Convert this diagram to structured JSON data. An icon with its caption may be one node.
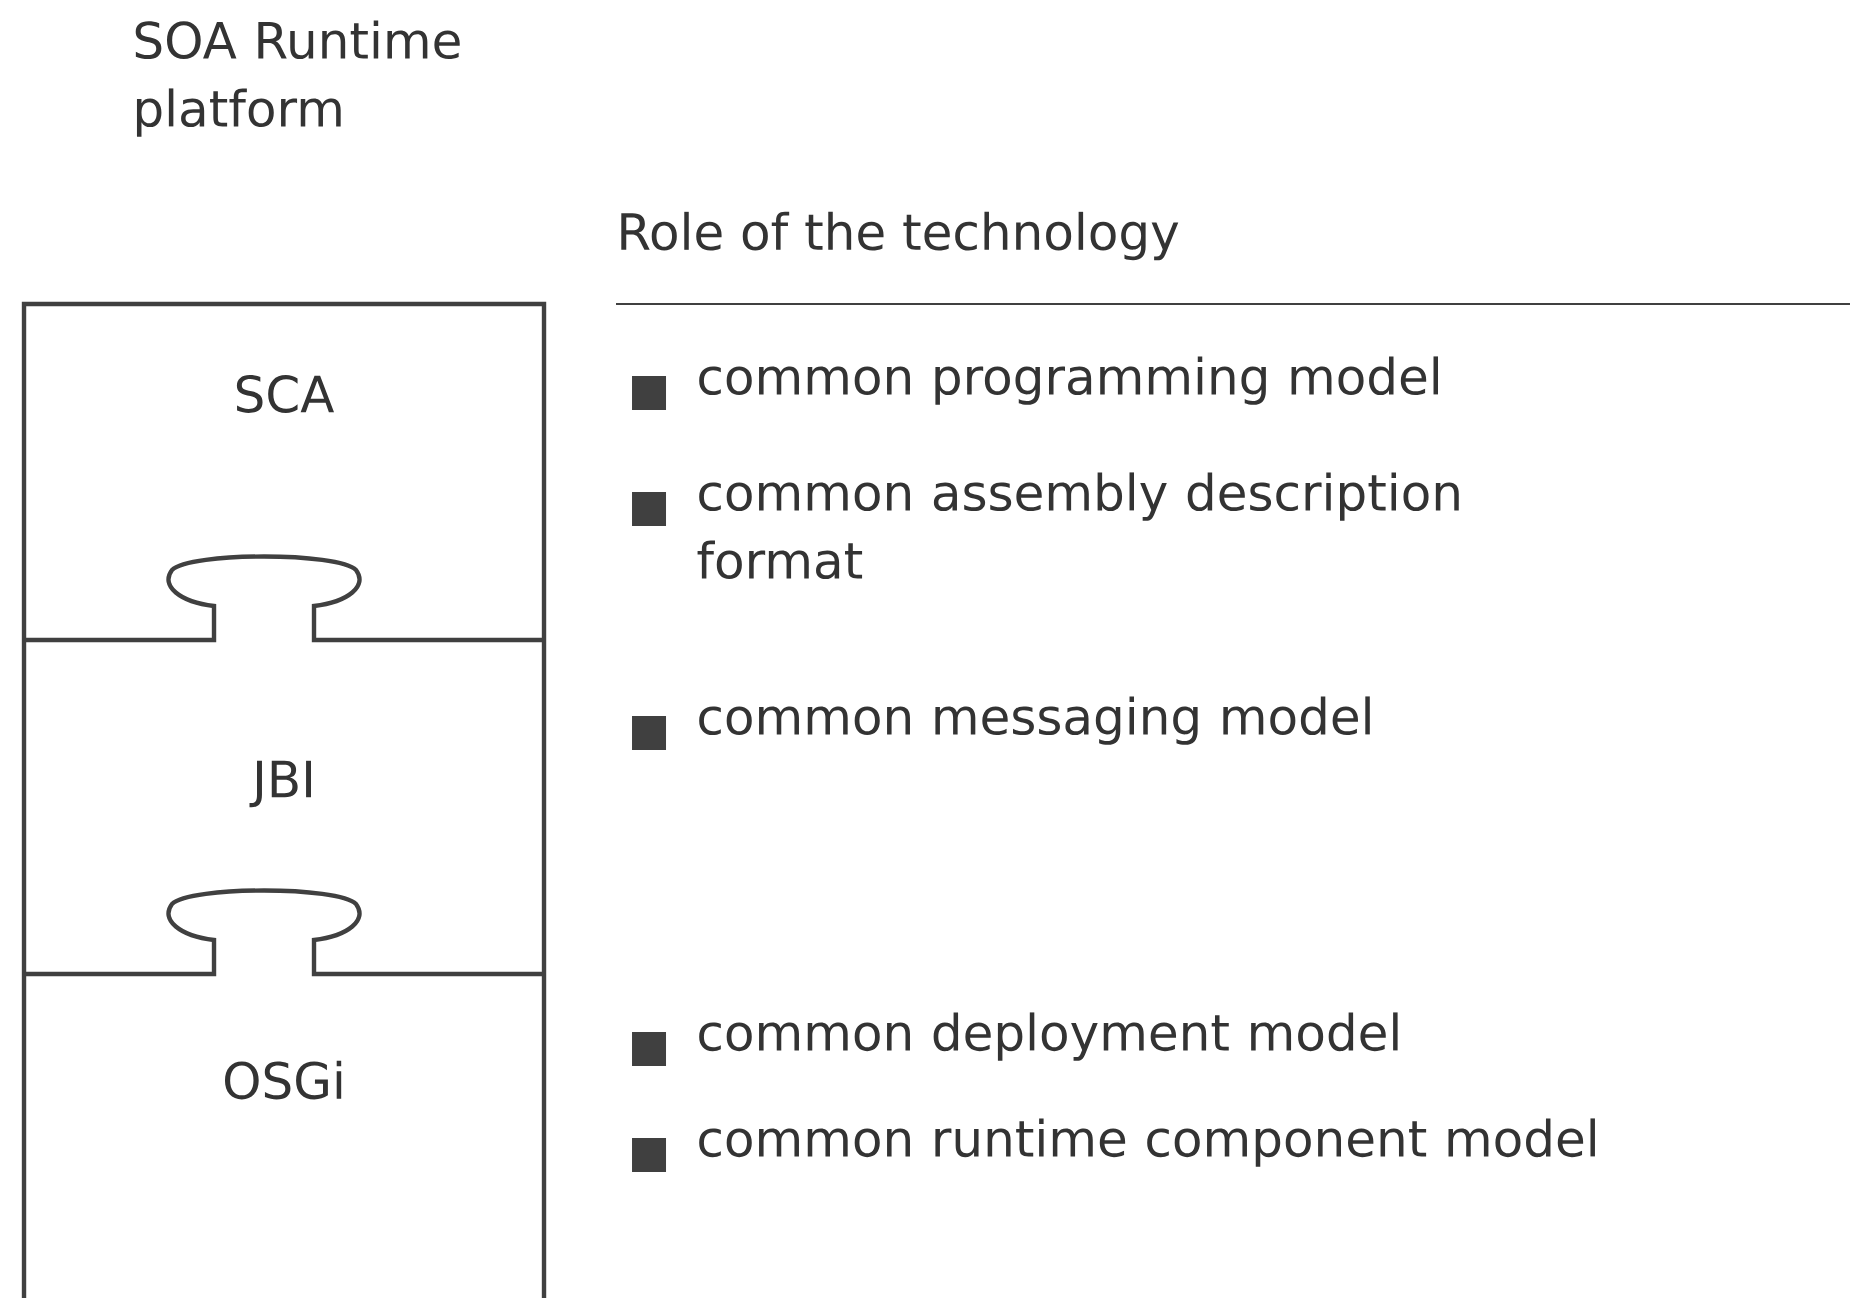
{
  "diagram": {
    "title": "SOA Runtime platform",
    "nodes": [
      {
        "text": [
          "SCA"
        ]
      },
      {
        "text": [
          "JBI"
        ]
      },
      {
        "text": [
          "OSGi"
        ]
      }
    ],
    "labels": [
      "Role of the technology",
      "common programming model",
      "common assembly description format",
      "common messaging model",
      "common deployment model",
      "common runtime component model"
    ]
  }
}
